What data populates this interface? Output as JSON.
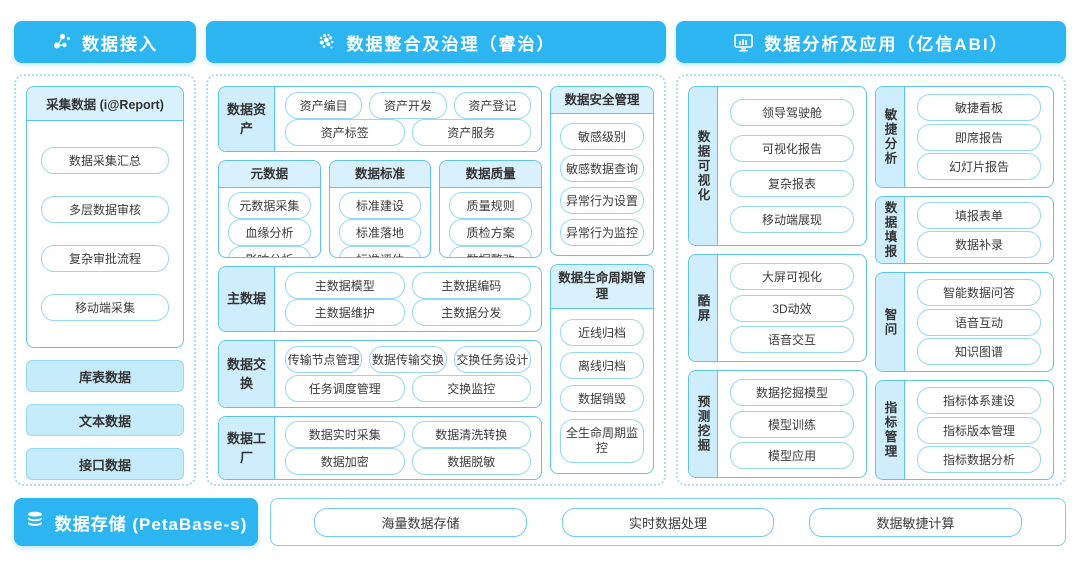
{
  "colors": {
    "accent": "#2cb5f0",
    "panel_border": "#5fc3f1",
    "label_bg": "#cfeefd",
    "chip_border": "#97d7f6",
    "filled_bg": "#c6ebfa",
    "dotted_border": "#aadcf7"
  },
  "ingest": {
    "title": "数据接入",
    "icon": "network-dots-icon",
    "report_panel": {
      "title": "采集数据 (i@Report)",
      "items": [
        "数据采集汇总",
        "多层数据审核",
        "复杂审批流程",
        "移动端采集"
      ]
    },
    "source_buttons": [
      "库表数据",
      "文本数据",
      "接口数据"
    ]
  },
  "governance": {
    "title": "数据整合及治理（睿治）",
    "icon": "dots-cluster-icon",
    "asset": {
      "label": "数据资产",
      "rows": [
        [
          "资产编目",
          "资产开发",
          "资产登记"
        ],
        [
          "资产标签",
          "资产服务"
        ]
      ]
    },
    "trio": [
      {
        "title": "元数据",
        "items": [
          "元数据采集",
          "血缘分析",
          "影响分析"
        ]
      },
      {
        "title": "数据标准",
        "items": [
          "标准建设",
          "标准落地",
          "标准评估"
        ]
      },
      {
        "title": "数据质量",
        "items": [
          "质量规则",
          "质检方案",
          "数据整改"
        ]
      }
    ],
    "master": {
      "label": "主数据",
      "rows": [
        [
          "主数据模型",
          "主数据编码"
        ],
        [
          "主数据维护",
          "主数据分发"
        ]
      ]
    },
    "exchange": {
      "label": "数据交换",
      "rows": [
        [
          "传输节点管理",
          "数据传输交换",
          "交换任务设计"
        ],
        [
          "任务调度管理",
          "交换监控"
        ]
      ]
    },
    "factory": {
      "label": "数据工厂",
      "rows": [
        [
          "数据实时采集",
          "数据清洗转换"
        ],
        [
          "数据加密",
          "数据脱敏"
        ]
      ]
    },
    "security": {
      "title": "数据安全管理",
      "items": [
        "敏感级别",
        "敏感数据查询",
        "异常行为设置",
        "异常行为监控"
      ]
    },
    "lifecycle": {
      "title": "数据生命周期管理",
      "items": [
        "近线归档",
        "离线归档",
        "数据销毁",
        "全生命周期监控"
      ]
    }
  },
  "analysis": {
    "title": "数据分析及应用（亿信ABI）",
    "icon": "monitor-chart-icon",
    "left": [
      {
        "label": "数据可视化",
        "items": [
          "领导驾驶舱",
          "可视化报告",
          "复杂报表",
          "移动端展现"
        ]
      },
      {
        "label": "酷屏",
        "items": [
          "大屏可视化",
          "3D动效",
          "语音交互"
        ]
      },
      {
        "label": "预测挖掘",
        "items": [
          "数据挖掘模型",
          "模型训练",
          "模型应用"
        ]
      }
    ],
    "right": [
      {
        "label": "敏捷分析",
        "items": [
          "敏捷看板",
          "即席报告",
          "幻灯片报告"
        ]
      },
      {
        "label": "数据填报",
        "items": [
          "填报表单",
          "数据补录"
        ]
      },
      {
        "label": "智问",
        "items": [
          "智能数据问答",
          "语音互动",
          "知识图谱"
        ]
      },
      {
        "label": "指标管理",
        "items": [
          "指标体系建设",
          "指标版本管理",
          "指标数据分析"
        ]
      }
    ]
  },
  "storage": {
    "title": "数据存储 (PetaBase-s)",
    "icon": "database-icon",
    "items": [
      "海量数据存储",
      "实时数据处理",
      "数据敏捷计算"
    ]
  }
}
